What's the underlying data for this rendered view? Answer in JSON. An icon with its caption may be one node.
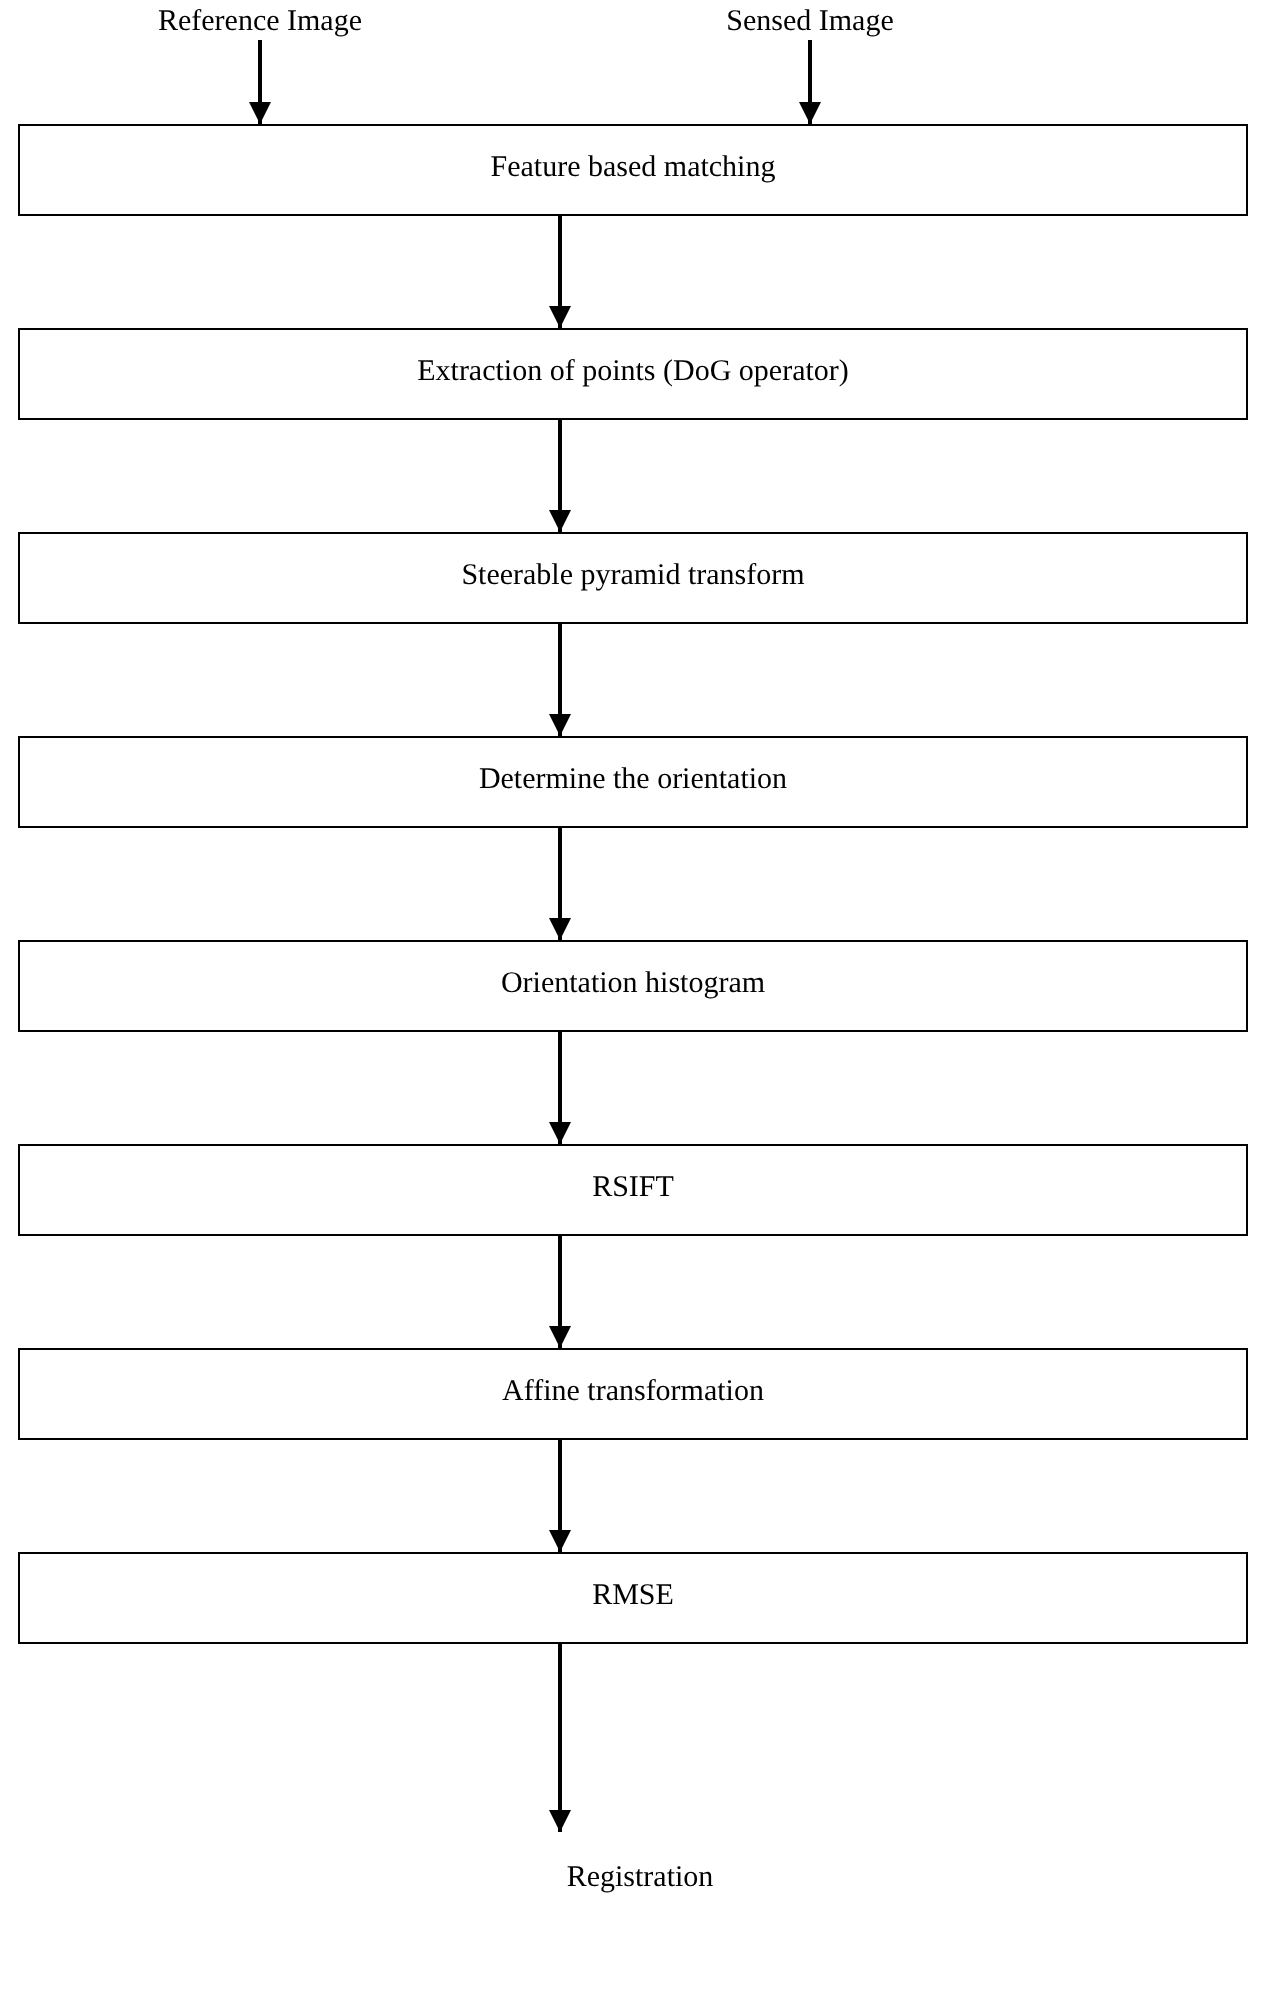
{
  "diagram": {
    "nodes": [
      {
        "text": [
          "Reference Image"
        ]
      },
      {
        "text": [
          "Sensed Image"
        ]
      },
      {
        "text": [
          "Feature based matching"
        ]
      },
      {
        "text": [
          "Extraction of points (DoG operator)"
        ]
      },
      {
        "text": [
          "Steerable pyramid transform"
        ]
      },
      {
        "text": [
          "Determine the orientation"
        ]
      },
      {
        "text": [
          "Orientation histogram"
        ]
      },
      {
        "text": [
          "RSIFT"
        ]
      },
      {
        "text": [
          "Affine transformation"
        ]
      },
      {
        "text": [
          "RMSE"
        ]
      },
      {
        "text": [
          "Registration"
        ]
      }
    ],
    "edges": [
      {
        "from": 0,
        "to": 2,
        "arrow": "to"
      },
      {
        "from": 1,
        "to": 2,
        "arrow": "to"
      },
      {
        "from": 2,
        "to": 3,
        "arrow": "to"
      },
      {
        "from": 3,
        "to": 4,
        "arrow": "to"
      },
      {
        "from": 4,
        "to": 5,
        "arrow": "to"
      },
      {
        "from": 5,
        "to": 6,
        "arrow": "to"
      },
      {
        "from": 6,
        "to": 7,
        "arrow": "to"
      },
      {
        "from": 7,
        "to": 8,
        "arrow": "to"
      },
      {
        "from": 8,
        "to": 9,
        "arrow": "to"
      },
      {
        "from": 9,
        "to": 10,
        "arrow": "to"
      }
    ]
  }
}
